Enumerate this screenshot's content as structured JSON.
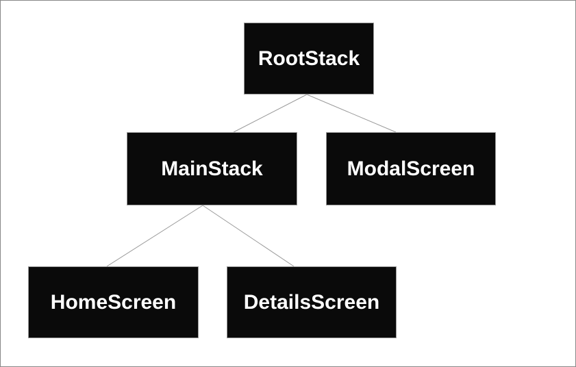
{
  "diagram": {
    "type": "tree",
    "title": "",
    "nodes": [
      {
        "id": "rootstack",
        "label": "RootStack"
      },
      {
        "id": "mainstack",
        "label": "MainStack"
      },
      {
        "id": "modalscreen",
        "label": "ModalScreen"
      },
      {
        "id": "homescreen",
        "label": "HomeScreen"
      },
      {
        "id": "detailsscreen",
        "label": "DetailsScreen"
      }
    ],
    "edges": [
      {
        "from": "RootStack",
        "to": "MainStack"
      },
      {
        "from": "RootStack",
        "to": "ModalScreen"
      },
      {
        "from": "MainStack",
        "to": "HomeScreen"
      },
      {
        "from": "MainStack",
        "to": "DetailsScreen"
      }
    ],
    "colors": {
      "background": "#ffffff",
      "node_fill": "#0a0a0a",
      "node_text": "#ffffff",
      "node_border": "#999999",
      "edge": "#999999",
      "canvas_border": "#878787"
    }
  }
}
